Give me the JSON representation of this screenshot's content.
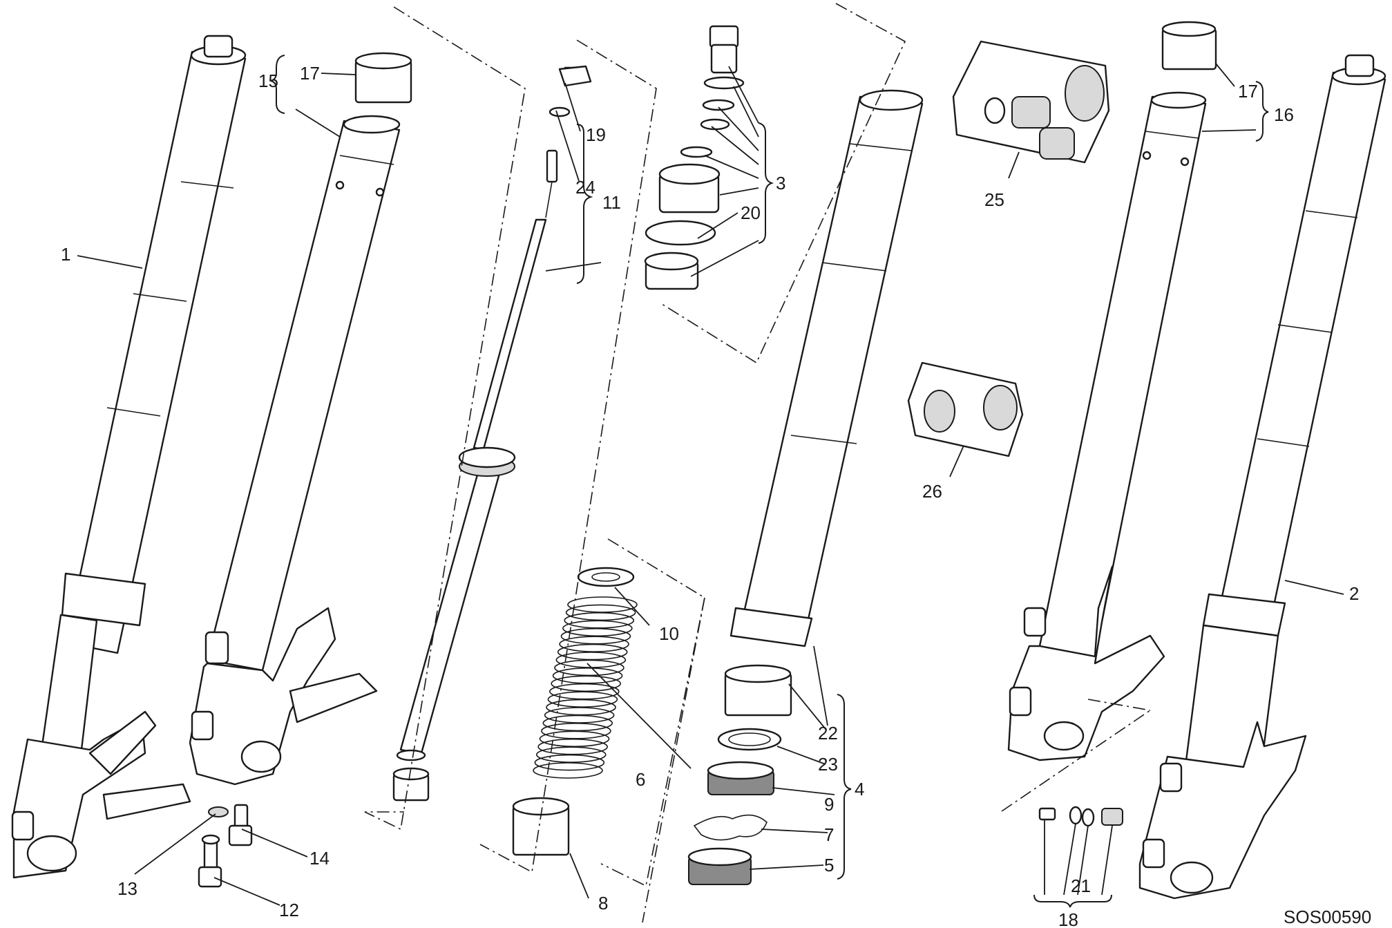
{
  "diagram": {
    "drawing_code": "SOS00590",
    "callouts": {
      "c1": "1",
      "c2": "2",
      "c3": "3",
      "c4": "4",
      "c5": "5",
      "c6": "6",
      "c7": "7",
      "c8": "8",
      "c9": "9",
      "c10": "10",
      "c11": "11",
      "c12": "12",
      "c13": "13",
      "c14": "14",
      "c15": "15",
      "c16": "16",
      "c17a": "17",
      "c17b": "17",
      "c18": "18",
      "c19": "19",
      "c20": "20",
      "c21": "21",
      "c22": "22",
      "c23": "23",
      "c24": "24",
      "c25": "25",
      "c26": "26"
    }
  }
}
